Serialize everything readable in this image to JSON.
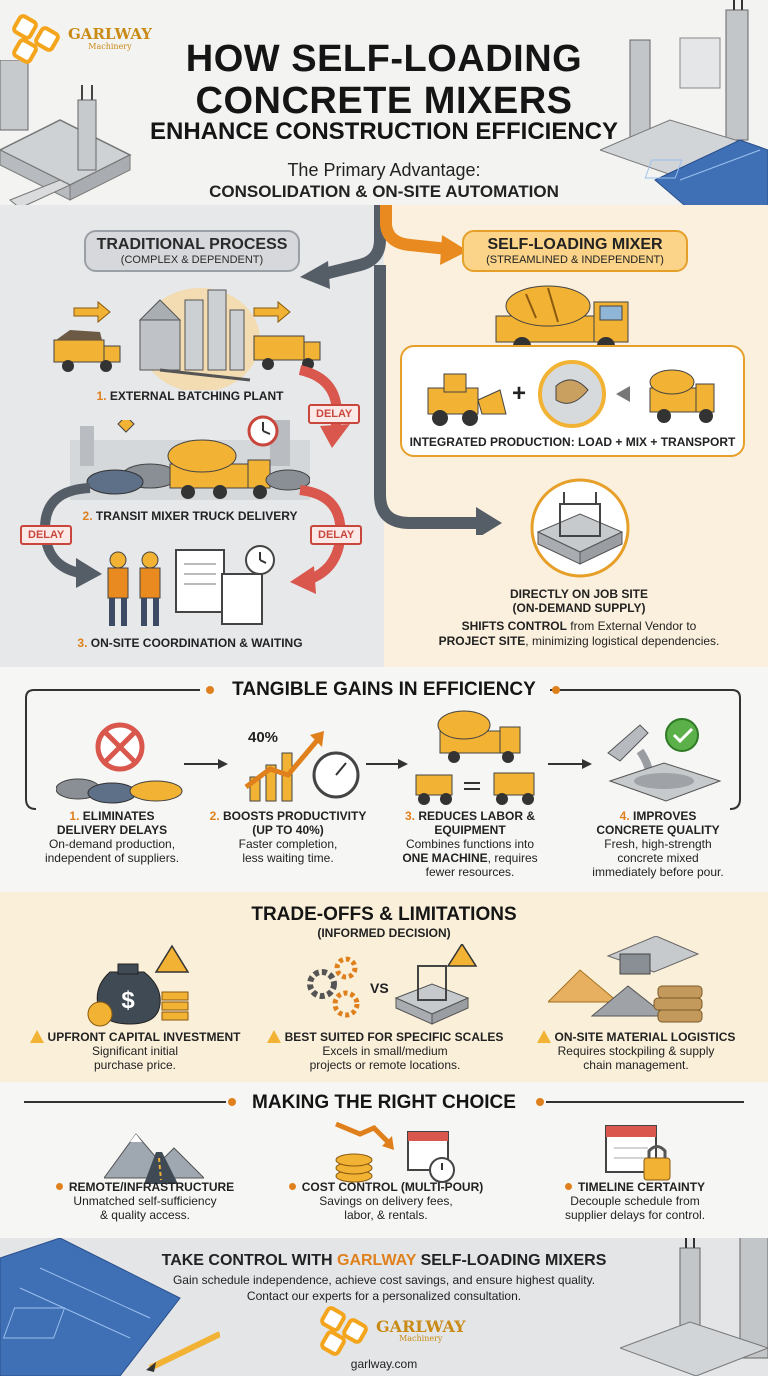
{
  "header": {
    "logo_name": "GARLWAY",
    "logo_sub": "Machinery",
    "title_line1": "HOW SELF-LOADING",
    "title_line2": "CONCRETE MIXERS",
    "title_line3": "ENHANCE CONSTRUCTION EFFICIENCY",
    "advantage_label": "The Primary Advantage:",
    "advantage_value": "CONSOLIDATION & ON-SITE AUTOMATION"
  },
  "traditional": {
    "title": "TRADITIONAL PROCESS",
    "subtitle": "(COMPLEX & DEPENDENT)",
    "steps": [
      {
        "num": "1.",
        "label": "EXTERNAL BATCHING PLANT"
      },
      {
        "num": "2.",
        "label": "TRANSIT MIXER TRUCK DELIVERY"
      },
      {
        "num": "3.",
        "label": "ON-SITE COORDINATION & WAITING"
      }
    ],
    "delay_label": "DELAY"
  },
  "selfloading": {
    "title": "SELF-LOADING MIXER",
    "subtitle": "(STREAMLINED & INDEPENDENT)",
    "plus": "+",
    "integrated": "INTEGRATED PRODUCTION: LOAD + MIX + TRANSPORT",
    "site_line1": "DIRECTLY ON JOB SITE",
    "site_line2": "(ON-DEMAND SUPPLY)",
    "shift_bold1": "SHIFTS CONTROL",
    "shift_text1": " from External Vendor to",
    "shift_bold2": "PROJECT SITE",
    "shift_text2": ", minimizing logistical dependencies."
  },
  "gains": {
    "title": "TANGIBLE GAINS IN EFFICIENCY",
    "percent_badge": "40%",
    "items": [
      {
        "num": "1.",
        "title1": "ELIMINATES",
        "title2": "DELIVERY DELAYS",
        "desc1": "On-demand production,",
        "desc2": "independent of suppliers.",
        "desc3": ""
      },
      {
        "num": "2.",
        "title1": "BOOSTS PRODUCTIVITY",
        "title2": "(UP TO 40%)",
        "desc1": "Faster completion,",
        "desc2": "less waiting time.",
        "desc3": ""
      },
      {
        "num": "3.",
        "title1": "REDUCES LABOR &",
        "title2": "EQUIPMENT",
        "desc1": "Combines functions into",
        "desc2_bold": "ONE MACHINE",
        "desc2": ", requires",
        "desc3": "fewer resources."
      },
      {
        "num": "4.",
        "title1": "IMPROVES",
        "title2": "CONCRETE QUALITY",
        "desc1": "Fresh, high-strength",
        "desc2": "concrete mixed",
        "desc3": "immediately before pour."
      }
    ]
  },
  "tradeoffs": {
    "title": "TRADE-OFFS & LIMITATIONS",
    "subtitle": "(INFORMED DECISION)",
    "vs": "VS",
    "items": [
      {
        "title": "UPFRONT CAPITAL INVESTMENT",
        "desc1": "Significant initial",
        "desc2": "purchase price."
      },
      {
        "title": "BEST SUITED FOR SPECIFIC SCALES",
        "desc1": "Excels in small/medium",
        "desc2": "projects or remote locations."
      },
      {
        "title": "ON-SITE MATERIAL LOGISTICS",
        "desc1": "Requires stockpiling & supply",
        "desc2": "chain management."
      }
    ]
  },
  "choice": {
    "title": "MAKING THE RIGHT CHOICE",
    "items": [
      {
        "title": "REMOTE/INFRASTRUCTURE",
        "desc1": "Unmatched self-sufficiency",
        "desc2": "& quality access."
      },
      {
        "title": "COST CONTROL (MULTI-POUR)",
        "desc1": "Savings on delivery fees,",
        "desc2": "labor, & rentals."
      },
      {
        "title": "TIMELINE CERTAINTY",
        "desc1": "Decouple schedule from",
        "desc2": "supplier delays for control."
      }
    ]
  },
  "footer": {
    "cta_pre": "TAKE CONTROL WITH ",
    "cta_brand": "GARLWAY",
    "cta_post": " SELF-LOADING MIXERS",
    "line1": "Gain schedule independence, achieve cost savings, and ensure highest quality.",
    "line2": "Contact our experts for a personalized consultation.",
    "logo_name": "GARLWAY",
    "logo_sub": "Machinery",
    "website": "garlway.com"
  },
  "colors": {
    "accent_orange": "#e0801c",
    "machine_yellow": "#f2b233",
    "delay_red": "#c9463d",
    "traditional_bg": "#e6e8ea",
    "selfloading_bg": "#fbf0dd",
    "blueprint_blue": "#3f6fb5"
  }
}
